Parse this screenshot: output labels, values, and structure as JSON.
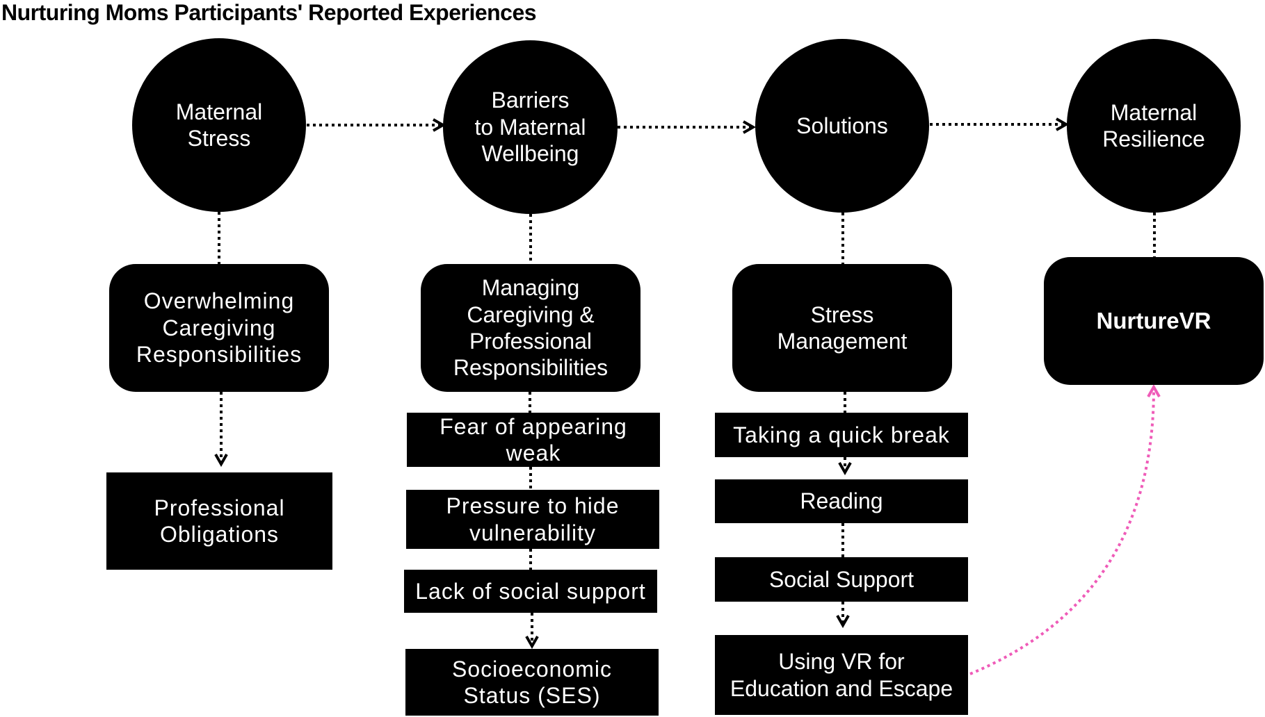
{
  "title": "Nurturing Moms Participants' Reported Experiences",
  "colors": {
    "node_fill": "#000000",
    "node_text": "#ffffff",
    "connector": "#000000",
    "highlight_connector": "#ef5bb8"
  },
  "columns": {
    "stress": {
      "heading": "Maternal\nStress",
      "theme": "Overwhelming\nCaregiving\nResponsibilities",
      "items": [
        "Professional\nObligations"
      ]
    },
    "barriers": {
      "heading": "Barriers\nto Maternal\nWellbeing",
      "theme": "Managing\nCaregiving &\nProfessional\nResponsibilities",
      "items": [
        "Fear of appearing\nweak",
        "Pressure to hide\nvulnerability",
        "Lack of social support",
        "Socioeconomic\nStatus (SES)"
      ]
    },
    "solutions": {
      "heading": "Solutions",
      "theme": "Stress\nManagement",
      "items": [
        "Taking a quick break",
        "Reading",
        "Social Support",
        "Using VR  for\nEducation and Escape"
      ]
    },
    "resilience": {
      "heading": "Maternal\nResilience",
      "theme": "NurtureVR"
    }
  }
}
